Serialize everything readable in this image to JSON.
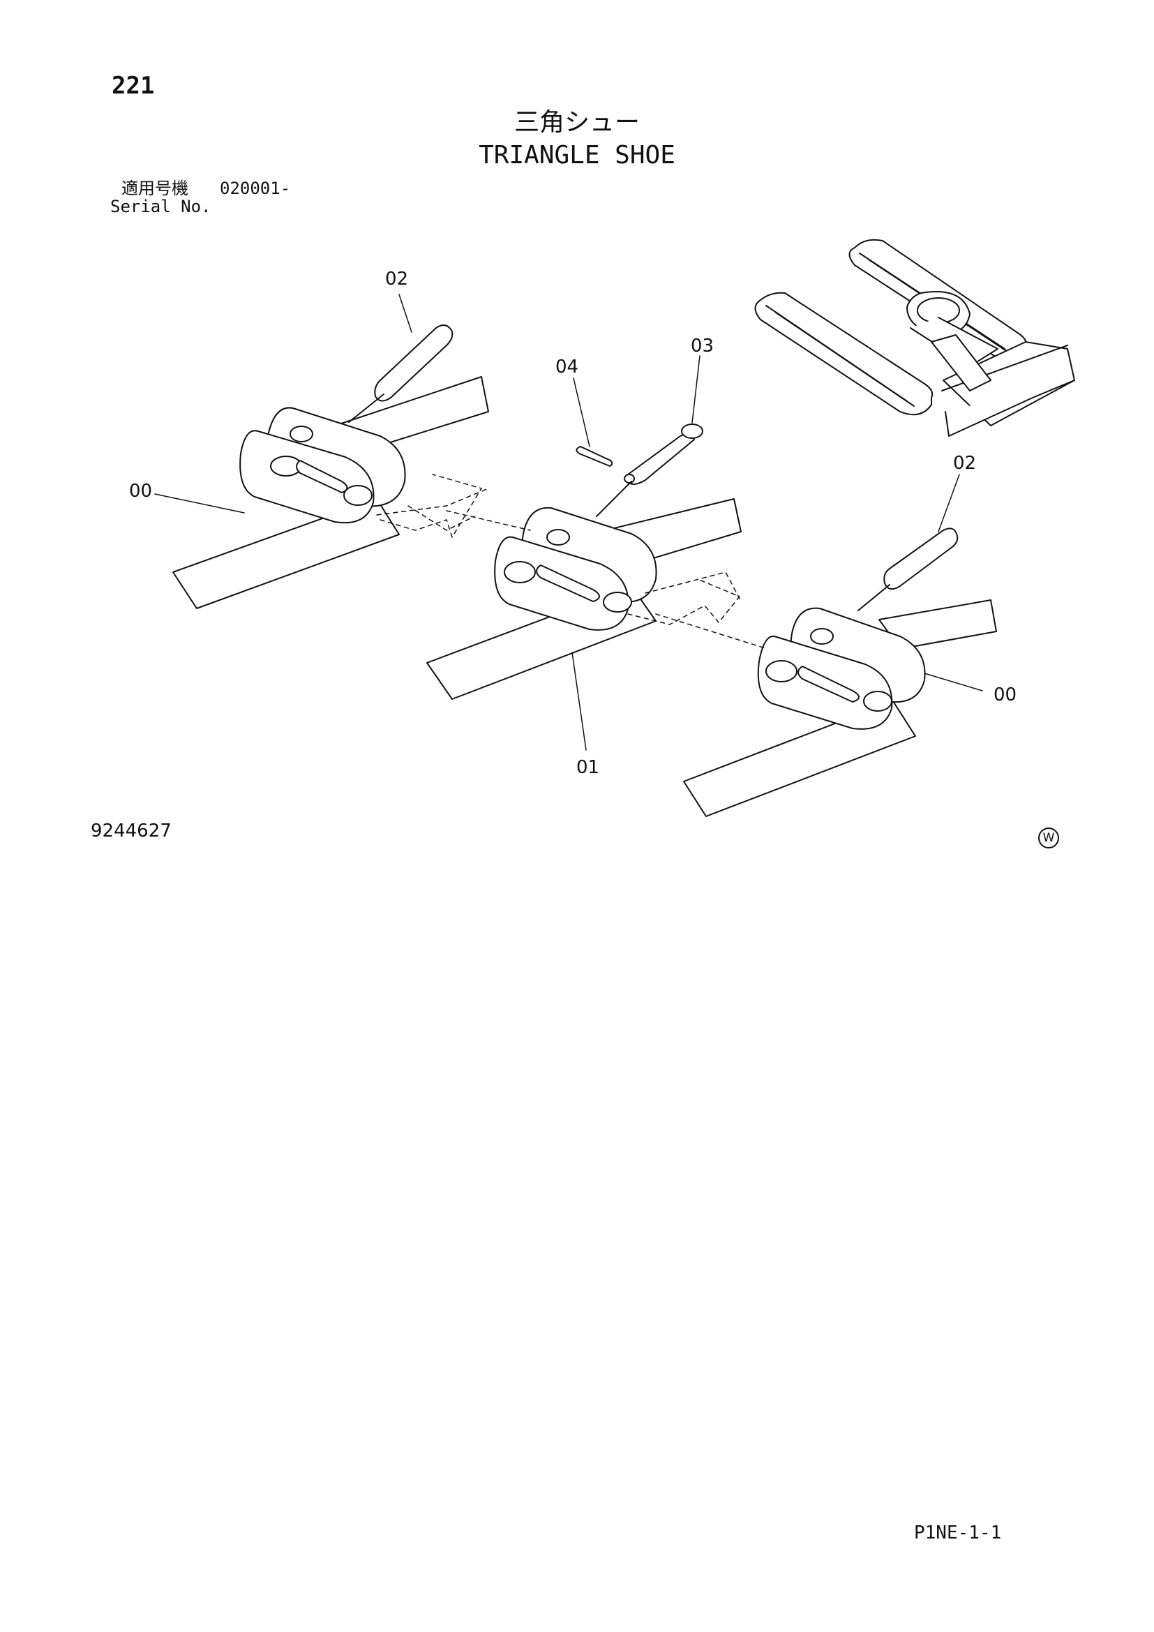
{
  "header": {
    "page_number": "221",
    "title_ja": "三角シュー",
    "title_en": "TRIANGLE SHOE",
    "serial_label_ja": "適用号機",
    "serial_value": "020001-",
    "serial_label_en": "Serial No."
  },
  "diagram": {
    "callouts": {
      "pin_left": "02",
      "cotter": "04",
      "pin_main": "03",
      "shoe_left": "00",
      "pin_right": "02",
      "shoe_right": "00",
      "shoe_center": "01"
    }
  },
  "footer": {
    "drawing_number": "9244627",
    "mark": "W",
    "page_code": "P1NE-1-1"
  }
}
